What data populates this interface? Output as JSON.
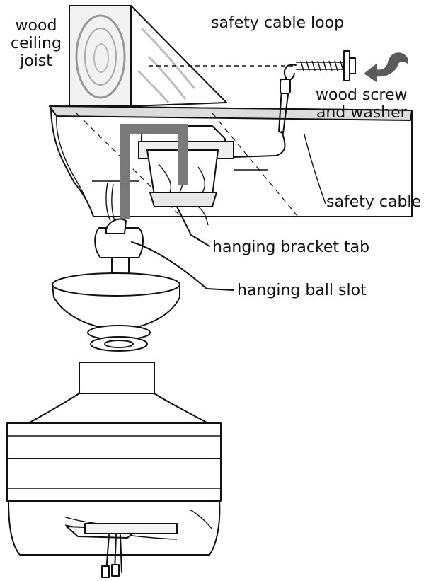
{
  "labels": {
    "joist_line1": "wood",
    "joist_line2": "ceiling",
    "joist_line3": "joist",
    "cable_loop": "safety cable loop",
    "screw_line1": "wood screw",
    "screw_line2": "and washer",
    "safety_cable": "safety cable",
    "bracket_tab": "hanging bracket tab",
    "ball_slot": "hanging ball slot"
  },
  "colors": {
    "line": "#111111",
    "bracket": "#7a7a7a",
    "arrow": "#5a5a5a",
    "wood_grain": "#bdbdbd"
  },
  "icons": {
    "arrow": "curved-arrow-left-icon"
  }
}
